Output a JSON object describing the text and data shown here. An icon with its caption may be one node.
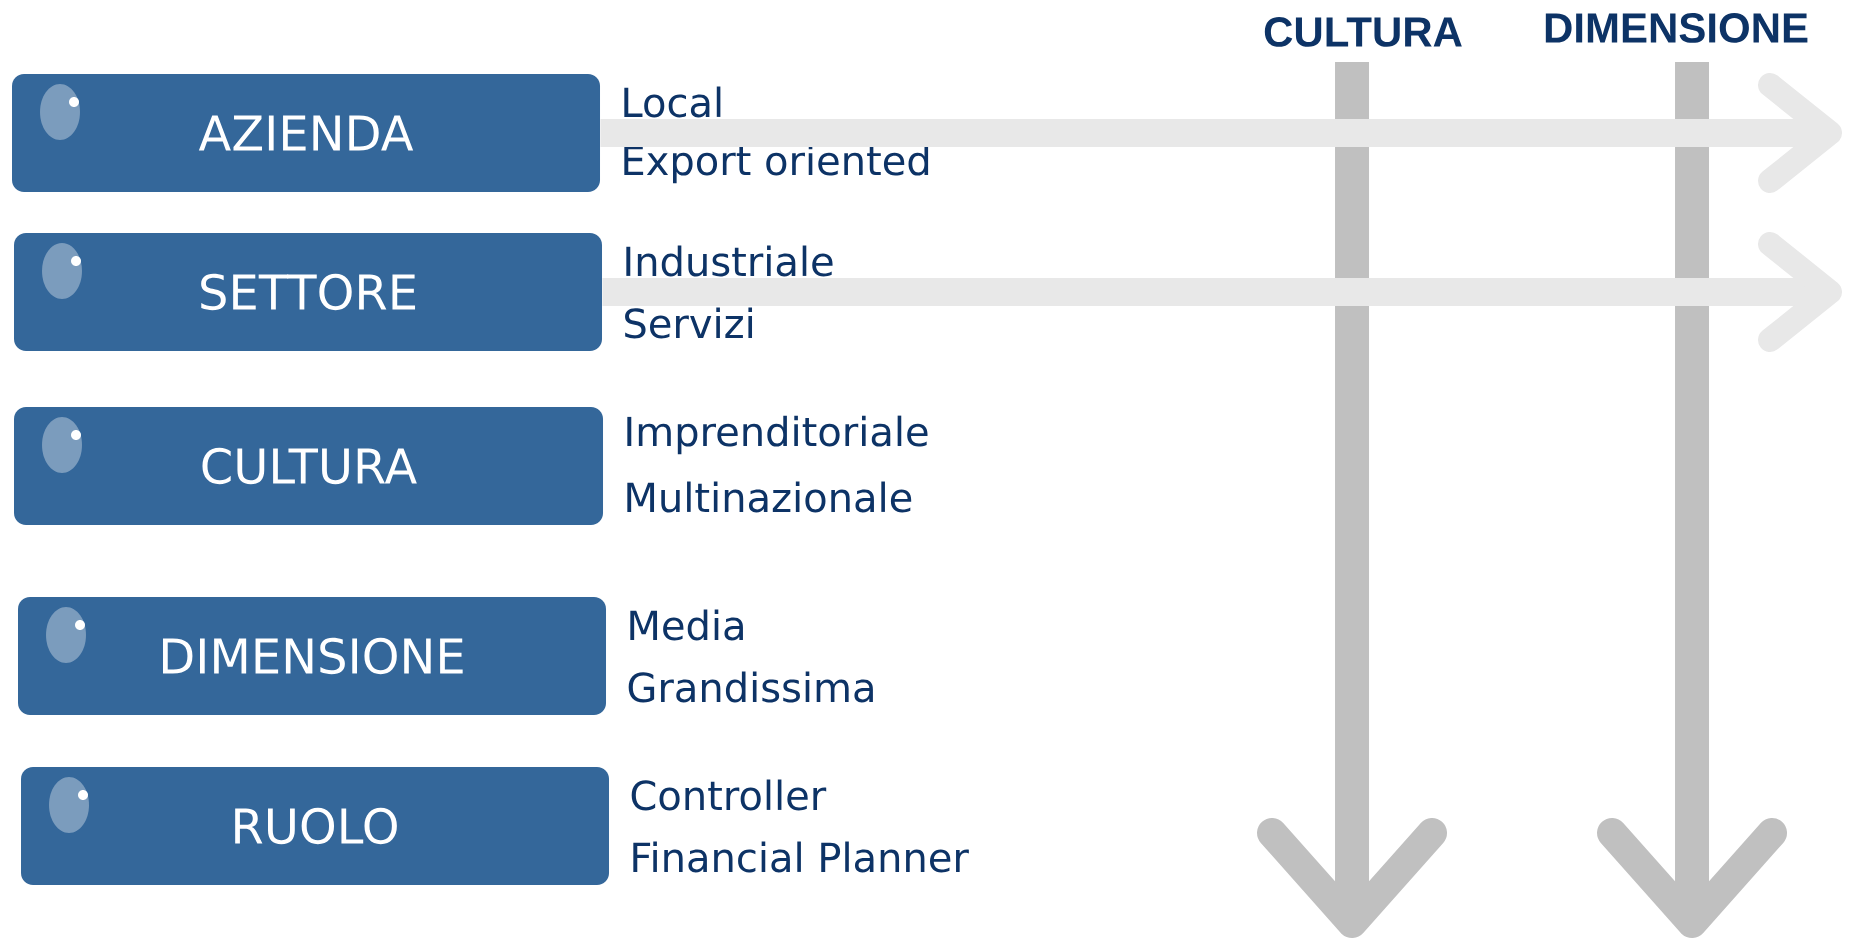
{
  "diagram": {
    "nodes": [
      {
        "text": [
          "AZIENDA"
        ],
        "beside": [
          "Local",
          "Export oriented"
        ]
      },
      {
        "text": [
          "SETTORE"
        ],
        "beside": [
          "Industriale",
          "Servizi"
        ]
      },
      {
        "text": [
          "CULTURA"
        ],
        "beside": [
          "Imprenditoriale",
          "Multinazionale"
        ]
      },
      {
        "text": [
          "DIMENSIONE"
        ],
        "beside": [
          "Media",
          "Grandissima"
        ]
      },
      {
        "text": [
          "RUOLO"
        ],
        "beside": [
          "Controller",
          "Financial Planner"
        ]
      },
      {
        "text": [
          "CULTURA"
        ]
      },
      {
        "text": [
          "DIMENSIONE"
        ]
      }
    ],
    "edges": [
      {
        "from": 0,
        "to": null,
        "arrow": "to",
        "color": "#e8e8e8"
      },
      {
        "from": 1,
        "to": null,
        "arrow": "to",
        "color": "#e8e8e8"
      },
      {
        "from": 5,
        "to": null,
        "arrow": "to"
      },
      {
        "from": 6,
        "to": null,
        "arrow": "to"
      }
    ]
  }
}
